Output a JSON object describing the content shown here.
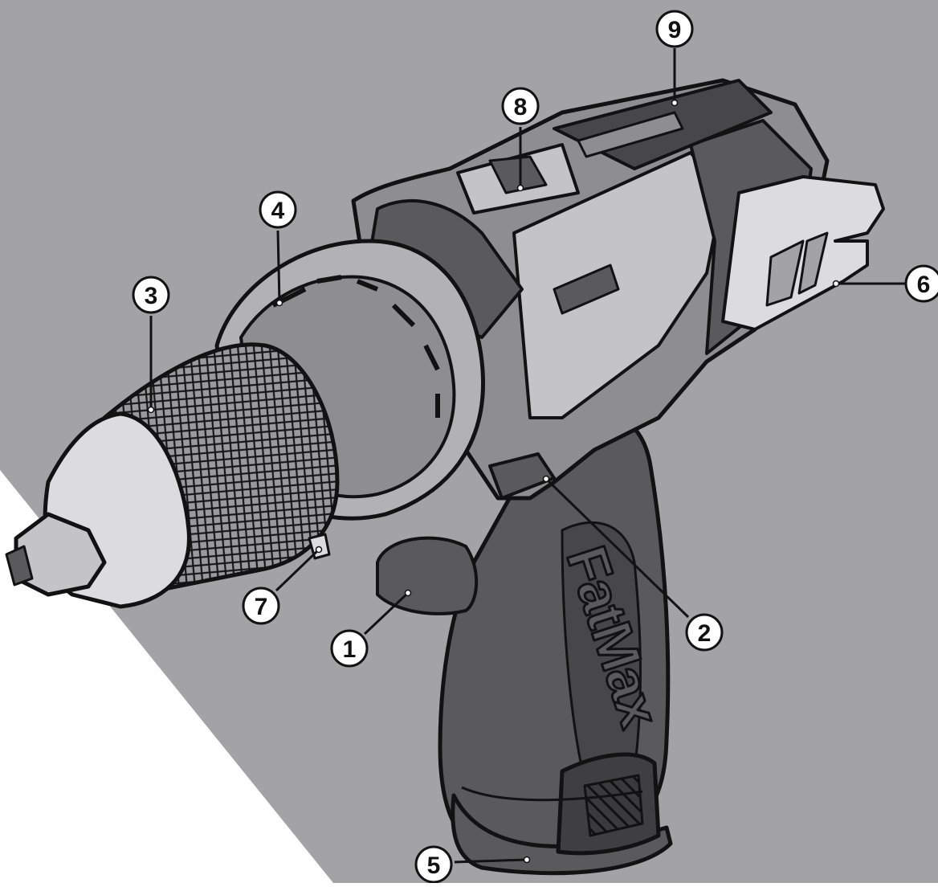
{
  "figure": {
    "type": "exploded-parts-callout",
    "subject": "cordless drill/driver",
    "brand_logo": "FatMax",
    "colors": {
      "background_gray": "#a3a3a5",
      "background_white": "#ffffff",
      "body_light": "#c4c4c6",
      "body_mid": "#8e8e90",
      "body_dark": "#5a5a5c",
      "rubber_dark": "#474749",
      "outline": "#121212",
      "chuck_light": "#dcdcde"
    }
  },
  "callouts": [
    {
      "id": "callout-1",
      "label": "1"
    },
    {
      "id": "callout-2",
      "label": "2"
    },
    {
      "id": "callout-3",
      "label": "3"
    },
    {
      "id": "callout-4",
      "label": "4"
    },
    {
      "id": "callout-5",
      "label": "5"
    },
    {
      "id": "callout-6",
      "label": "6"
    },
    {
      "id": "callout-7",
      "label": "7"
    },
    {
      "id": "callout-8",
      "label": "8"
    },
    {
      "id": "callout-9",
      "label": "9"
    }
  ]
}
